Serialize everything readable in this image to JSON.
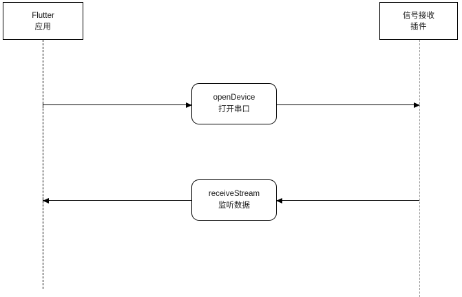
{
  "diagram": {
    "type": "sequence-diagram",
    "participants": [
      {
        "id": "flutter-app",
        "line1": "Flutter",
        "line2": "应用"
      },
      {
        "id": "signal-receive-plugin",
        "line1": "信号接收",
        "line2": "插件"
      }
    ],
    "messages": [
      {
        "id": "open-device",
        "line1": "openDevice",
        "line2": "打开串口",
        "direction": "left-to-right"
      },
      {
        "id": "receive-stream",
        "line1": "receiveStream",
        "line2": "监听数据",
        "direction": "right-to-left"
      }
    ],
    "colors": {
      "stroke": "#000000",
      "lifeline_left": "#000000",
      "lifeline_right": "#9a9a9a",
      "text": "#1a1a1a",
      "background": "#ffffff"
    }
  }
}
